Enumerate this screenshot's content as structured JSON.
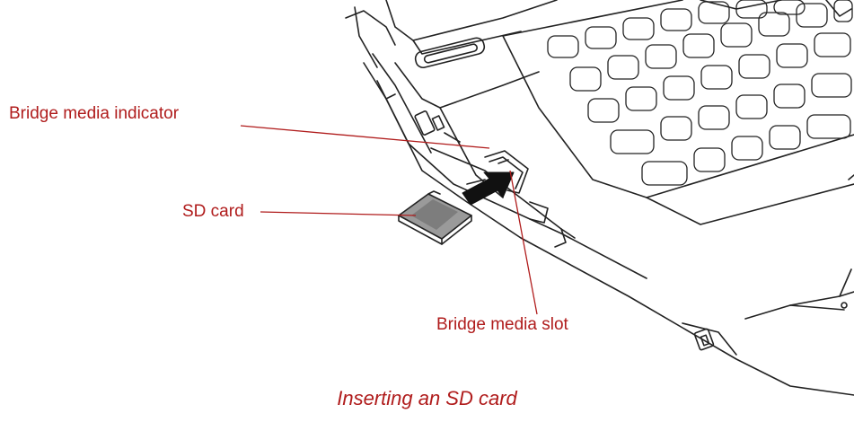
{
  "callouts": {
    "indicator": "Bridge media indicator",
    "sd_card": "SD card",
    "slot": "Bridge media slot"
  },
  "caption": "Inserting an SD card",
  "colors": {
    "label_text": "#b01c1c",
    "leader_line": "#b01c1c",
    "outline": "#222222",
    "card_fill": "#9a9a9a",
    "arrow": "#111111"
  }
}
